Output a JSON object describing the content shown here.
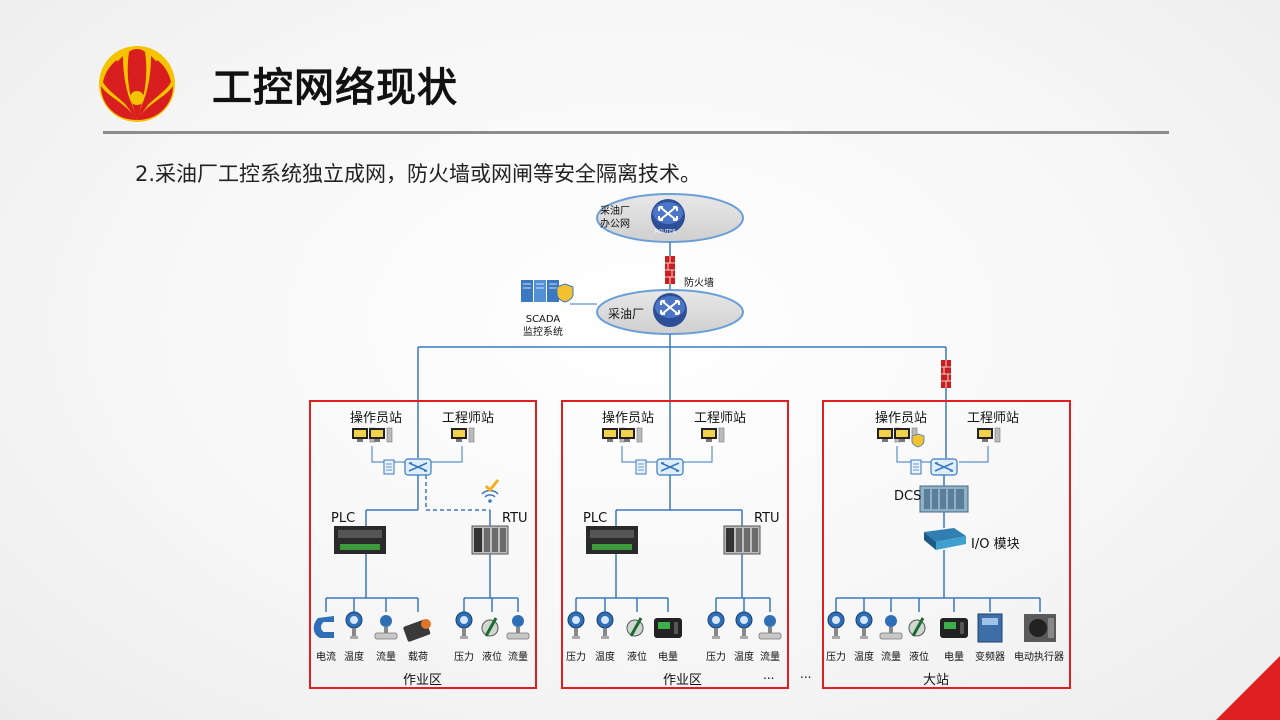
{
  "title": "工控网络现状",
  "subtitle": "2.采油厂工控系统独立成网，防火墙或网闸等安全隔离技术。",
  "colors": {
    "accent_red": "#e02020",
    "link_blue": "#3a78c0",
    "logo_yellow": "#f5c400",
    "logo_red": "#d81e1e"
  },
  "nodes": {
    "office_net": "采油厂\n办公网",
    "firewall": "防火墙",
    "plant_router": "采油厂",
    "scada": "SCADA\n监控系统",
    "router_badge": "ROUTER"
  },
  "zones": [
    {
      "label": "作业区",
      "operator": "操作员站",
      "engineer": "工程师站",
      "plc": "PLC",
      "rtu": "RTU",
      "plc_devices": [
        "电流",
        "温度",
        "流量",
        "载荷"
      ],
      "rtu_devices": [
        "压力",
        "液位",
        "流量"
      ]
    },
    {
      "label": "作业区",
      "operator": "操作员站",
      "engineer": "工程师站",
      "plc": "PLC",
      "rtu": "RTU",
      "plc_devices": [
        "压力",
        "温度",
        "液位",
        "电量"
      ],
      "rtu_devices": [
        "压力",
        "温度",
        "流量"
      ],
      "ellipsis": "..."
    },
    {
      "label": "大站",
      "operator": "操作员站",
      "engineer": "工程师站",
      "dcs": "DCS",
      "io": "I/O 模块",
      "devices": [
        "压力",
        "温度",
        "流量",
        "液位",
        "电量",
        "变频器",
        "电动执行器"
      ]
    }
  ],
  "between_ellipsis": "..."
}
